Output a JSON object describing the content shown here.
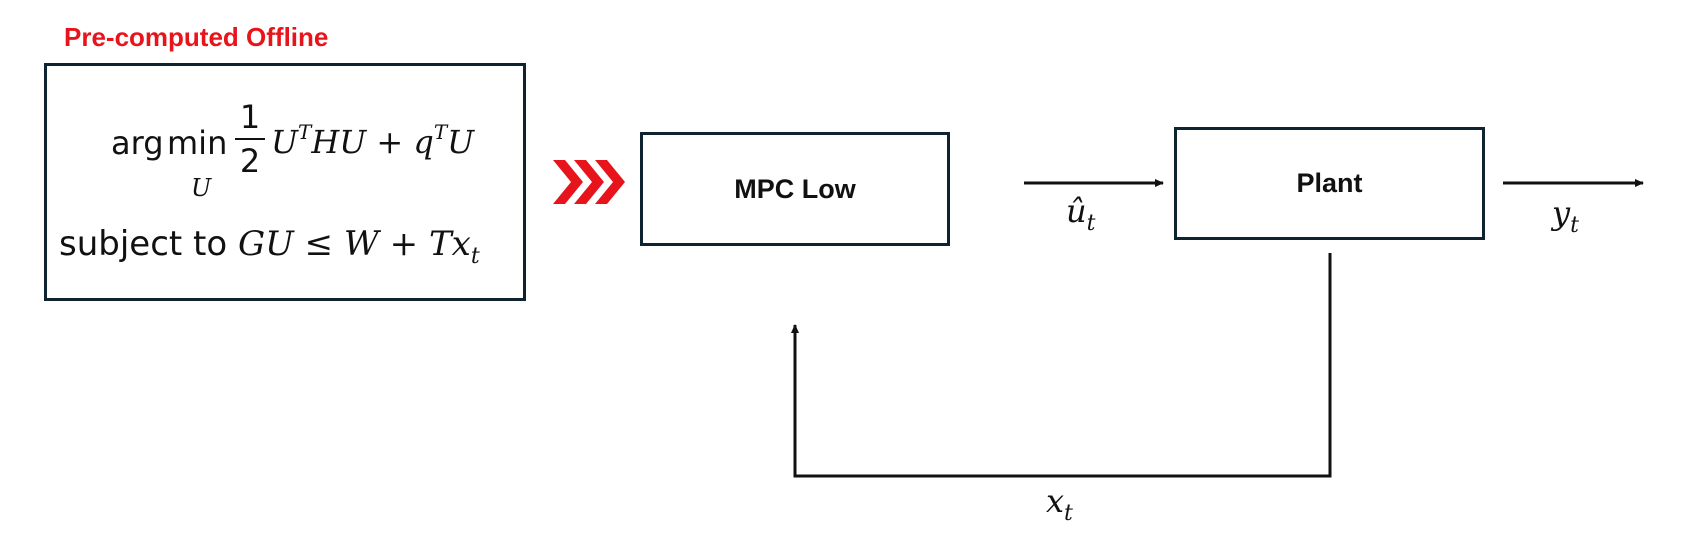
{
  "header": {
    "title": "Pre-computed Offline"
  },
  "formula": {
    "argmin_arg": "arg",
    "argmin_min": "min",
    "argmin_var": "U",
    "frac_num": "1",
    "frac_den": "2",
    "quad_U": "U",
    "quad_T": "T",
    "quad_HU": "HU + q",
    "quad_T2": "T",
    "quad_end": "U",
    "subject_to": "subject to ",
    "constraint": "GU ≤ W + Tx",
    "constraint_sub": "t"
  },
  "blocks": {
    "mpc": "MPC Low",
    "plant": "Plant"
  },
  "signals": {
    "u_hat": "û",
    "u_hat_sub": "t",
    "y": "y",
    "y_sub": "t",
    "x": "x",
    "x_sub": "t"
  },
  "colors": {
    "accent": "#e8141c",
    "border": "#0f2430",
    "line": "#111111"
  }
}
